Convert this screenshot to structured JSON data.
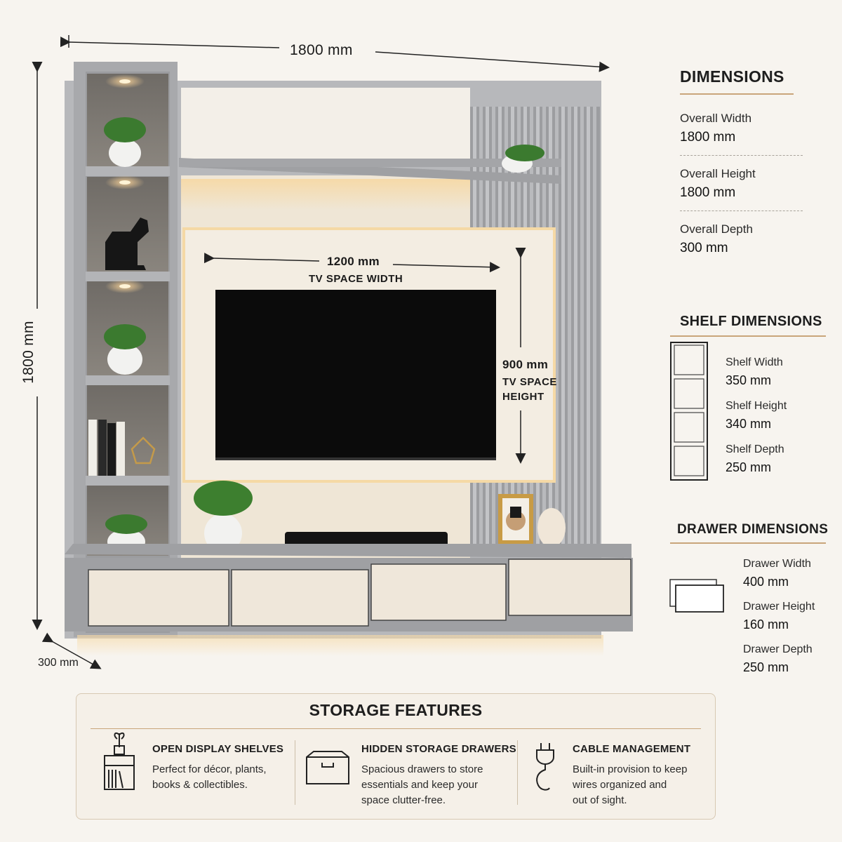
{
  "dimensions": {
    "overall_width_label": "1800 mm",
    "overall_height_label": "1800 mm",
    "depth_label": "300 mm",
    "tv_width_value": "1200 mm",
    "tv_width_caption": "TV SPACE WIDTH",
    "tv_height_value": "900 mm",
    "tv_height_caption_1": "TV SPACE",
    "tv_height_caption_2": "HEIGHT"
  },
  "panel": {
    "title": "DIMENSIONS",
    "items": [
      {
        "label": "Overall Width",
        "value": "1800 mm"
      },
      {
        "label": "Overall Height",
        "value": "1800 mm"
      },
      {
        "label": "Overall Depth",
        "value": "300 mm"
      }
    ]
  },
  "shelf": {
    "title": "SHELF DIMENSIONS",
    "items": [
      {
        "label": "Shelf Width",
        "value": "350 mm"
      },
      {
        "label": "Shelf Height",
        "value": "340 mm"
      },
      {
        "label": "Shelf Depth",
        "value": "250 mm"
      }
    ]
  },
  "drawer": {
    "title": "DRAWER DIMENSIONS",
    "items": [
      {
        "label": "Drawer Width",
        "value": "400 mm"
      },
      {
        "label": "Drawer Height",
        "value": "160 mm"
      },
      {
        "label": "Drawer Depth",
        "value": "250 mm"
      }
    ]
  },
  "features": {
    "title": "STORAGE FEATURES",
    "items": [
      {
        "icon": "display-shelf-icon",
        "title": "OPEN DISPLAY SHELVES",
        "lines": [
          "Perfect for décor, plants,",
          "books & collectibles."
        ]
      },
      {
        "icon": "drawer-icon",
        "title": "HIDDEN STORAGE DRAWERS",
        "lines": [
          "Spacious drawers to store",
          "essentials and keep your",
          "space clutter-free."
        ]
      },
      {
        "icon": "plug-icon",
        "title": "CABLE MANAGEMENT",
        "lines": [
          "Built-in provision to keep",
          "wires organized and",
          "out of sight."
        ]
      }
    ]
  },
  "colors": {
    "background": "#f7f4ef",
    "accent": "#c9a57a",
    "cabinet_grey": "#a9aaad",
    "panel_cream": "#f2ebe0",
    "tv": "#0a0a0a"
  }
}
